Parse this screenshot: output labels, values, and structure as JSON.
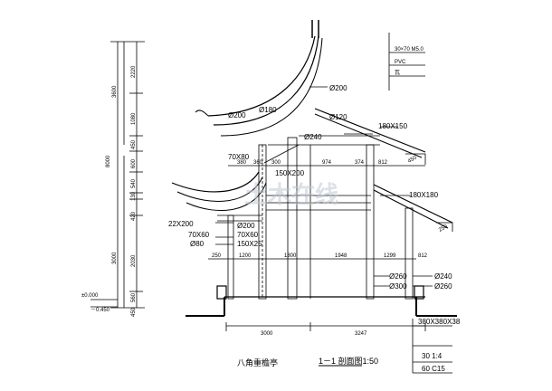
{
  "drawing": {
    "title": "八角重檐亭",
    "section_label": "1－1 剖面图1:50"
  },
  "left_dims": {
    "total": "8000",
    "upper": "3600",
    "lower": "3000",
    "segments": [
      "2220",
      "1080",
      "450",
      "600",
      "540",
      "130",
      "420",
      "2030",
      "560",
      "450"
    ]
  },
  "elevations": {
    "zero": "±0.000",
    "minus": "－0.450"
  },
  "top_notes": {
    "mortar": "30×70 M5.0",
    "pvc": "PVC",
    "tile": "瓦"
  },
  "callouts": {
    "d200_top": "Ø200",
    "d180": "Ø180",
    "d200_left": "Ø200",
    "d120": "Ø120",
    "d240_upper": "Ø240",
    "beam_180x150": "180X150",
    "beam_70x80": "70X80",
    "beam_150x200": "150X200",
    "beam_180x180": "180X180",
    "beam_22x200": "22X200",
    "beam_70x60_a": "70X60",
    "d80": "Ø80",
    "beam_70x60_b": "70X60",
    "beam_150x25": "150X25",
    "d200_mid": "Ø200",
    "d260": "Ø260",
    "d300": "Ø300",
    "d240_right": "Ø240",
    "d260_right": "Ø260"
  },
  "upper_dims": [
    "380",
    "360",
    "300",
    "974",
    "374",
    "812"
  ],
  "lower_dims": [
    "250",
    "1200",
    "1800",
    "1948",
    "1299",
    "812"
  ],
  "slope_upper": "450",
  "slope_lower": "250",
  "base_dims": {
    "span": "3000",
    "offset": "3247"
  },
  "foundation_notes": {
    "stone": "380X380X38",
    "layer1": "30 1:4",
    "layer2": "60 C15"
  },
  "watermark": "土木在线"
}
